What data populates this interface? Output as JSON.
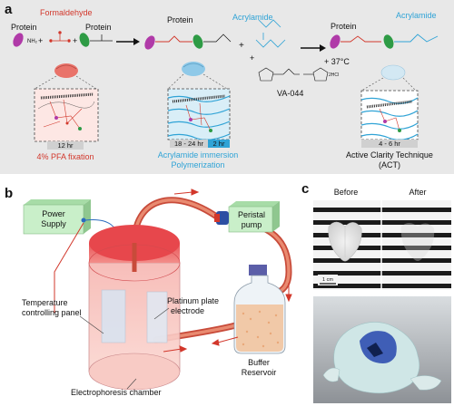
{
  "panels": {
    "a": {
      "letter": "a",
      "formaldehyde": "Formaldehyde",
      "protein_1": "Protein",
      "protein_2": "Protein",
      "protein_3": "Protein",
      "protein_4": "Protein",
      "acrylamide_1": "Acrylamide",
      "acrylamide_2": "Acrylamide",
      "nh2": "NH₂",
      "plus": "+",
      "condition": "+ 37°C",
      "initiator": "VA-044",
      "hcl": "2HCl",
      "step1_time": "12 hr",
      "step1_label": "4% PFA fixation",
      "step2_time": "18 - 24 hr",
      "step2_time_b": "2 hr",
      "step2_label_1": "Acrylamide immersion",
      "step2_label_2": "Polymerization",
      "step3_time": "4 - 6 hr",
      "step3_label_1": "Active Clarity Technique",
      "step3_label_2": "(ACT)"
    },
    "b": {
      "letter": "b",
      "power_supply": [
        "Power",
        "Supply"
      ],
      "pump": [
        "Peristal",
        "pump"
      ],
      "temperature_panel": [
        "Temperature",
        "controlling panel"
      ],
      "electrode": [
        "Platinum plate",
        "electrode"
      ],
      "buffer": [
        "Buffer",
        "Reservoir"
      ],
      "chamber": "Electrophoresis chamber"
    },
    "c": {
      "letter": "c",
      "before": "Before",
      "after": "After",
      "scale": "1 cm"
    }
  },
  "colors": {
    "red_label": "#d2372b",
    "blue_label": "#2fa3d6",
    "tube": "#d96a4a",
    "box_green": "#c9efc9",
    "panel_grey": "#e7e7e7"
  }
}
